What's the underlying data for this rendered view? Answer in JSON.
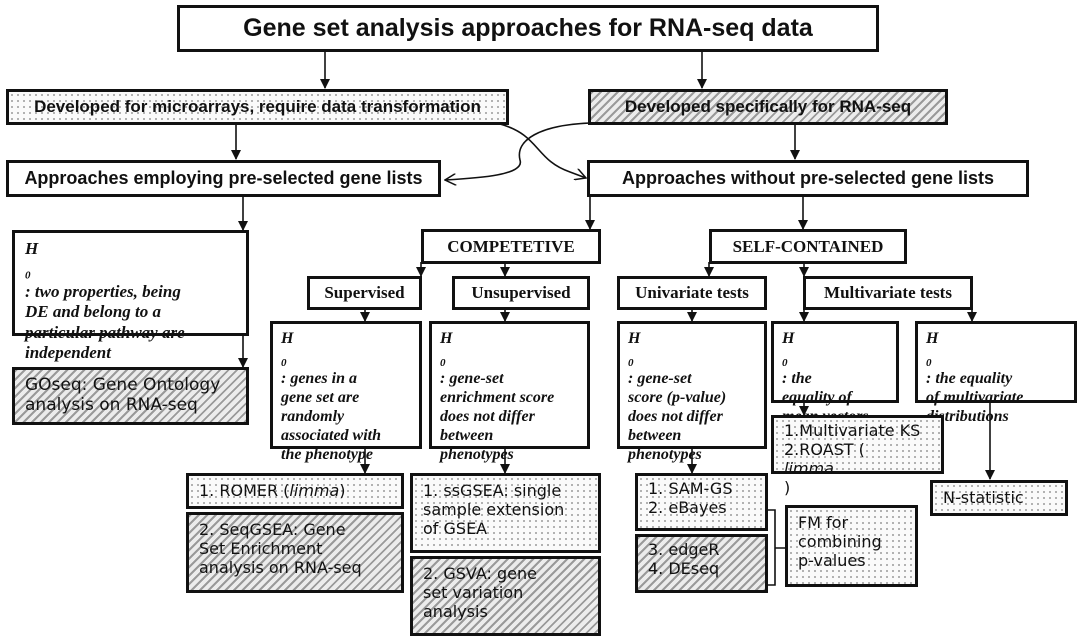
{
  "title": "Gene set analysis approaches for RNA-seq data",
  "level1": {
    "microarrays": "Developed for microarrays, require data transformation",
    "rnaseq": "Developed specifically for RNA-seq"
  },
  "level2": {
    "preselected": "Approaches employing pre-selected gene lists",
    "without_preselected": "Approaches without pre-selected gene lists"
  },
  "preselected_branch": {
    "hypothesis_prefix": "H",
    "hypothesis_sub": "0",
    "hypothesis_lines": [
      ": two properties, being",
      "DE and belong to a",
      "particular pathway are",
      "independent"
    ],
    "method_lines": [
      "GOseq: Gene Ontology",
      "analysis on RNA-seq"
    ]
  },
  "competitive": {
    "label": "COMPETETIVE",
    "supervised": {
      "label": "Supervised",
      "hypothesis_lines": [
        ": genes in a",
        "gene set are",
        "randomly",
        "associated with",
        "the phenotype"
      ],
      "method1_prefix": "1. ROMER (",
      "method1_italic": "limma",
      "method1_suffix": ")",
      "method2_lines": [
        "2. SeqGSEA: Gene",
        "Set Enrichment",
        "analysis on RNA-seq"
      ]
    },
    "unsupervised": {
      "label": "Unsupervised",
      "hypothesis_lines": [
        ": gene-set",
        "enrichment score",
        "does not differ",
        "between",
        "phenotypes"
      ],
      "method1_lines": [
        "1. ssGSEA: single",
        "sample extension",
        "of GSEA"
      ],
      "method2_lines": [
        "2. GSVA: gene",
        "set variation",
        "analysis"
      ]
    }
  },
  "self_contained": {
    "label": "SELF-CONTAINED",
    "univariate": {
      "label": "Univariate tests",
      "hypothesis_lines": [
        ": gene-set",
        "score (p-value)",
        "does not differ",
        "between",
        "phenotypes"
      ],
      "methods_a": [
        "1. SAM-GS",
        "2. eBayes"
      ],
      "methods_b": [
        "3. edgeR",
        "4. DEseq"
      ],
      "fm_lines": [
        "FM for",
        "combining",
        "p-values"
      ]
    },
    "multivariate": {
      "label": "Multivariate tests",
      "mean_hypothesis_lines": [
        ": the",
        "equality of",
        "mean vectors"
      ],
      "mean_methods_line1": "1.Multivariate KS",
      "mean_methods_line2_prefix": "2.ROAST (",
      "mean_methods_line2_italic": "limma",
      "mean_methods_line2_suffix": ")",
      "dist_hypothesis_lines": [
        ": the equality",
        "of multivariate",
        "distributions"
      ],
      "dist_method": "N-statistic"
    }
  }
}
